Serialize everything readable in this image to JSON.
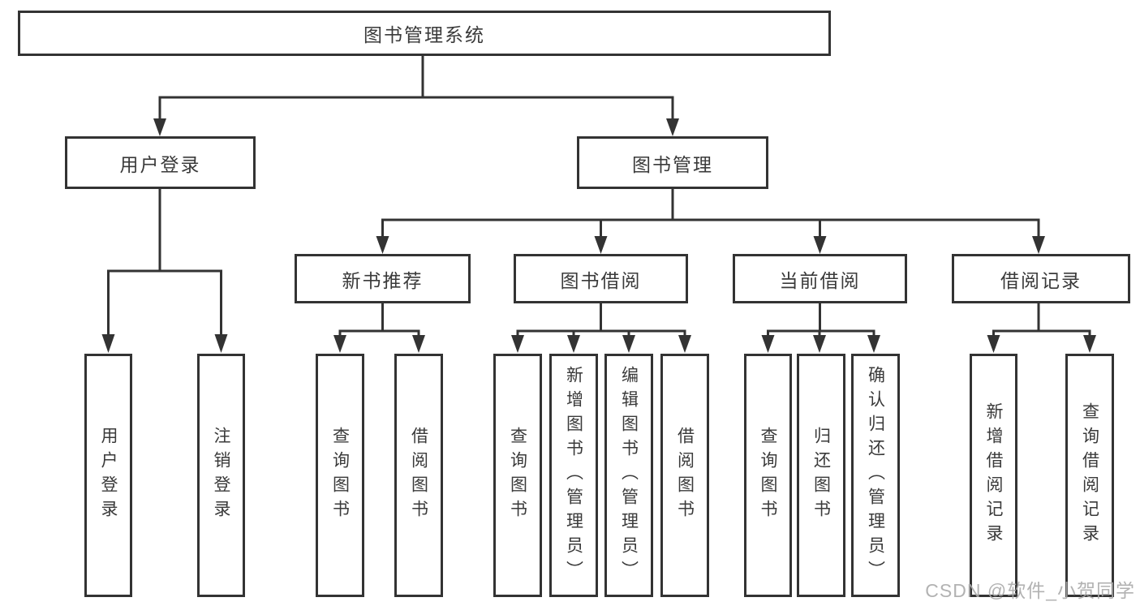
{
  "diagram": {
    "type": "hierarchy-tree",
    "title": "图书管理系统",
    "colors": {
      "line": "#333333",
      "box_border": "#333333",
      "text": "#3a3a3a",
      "background": "#ffffff",
      "watermark": "#aaaaaa"
    }
  },
  "tree": {
    "root": {
      "label": "图书管理系统"
    },
    "branches": [
      {
        "label": "用户登录",
        "children": [
          {
            "label": "用户登录"
          },
          {
            "label": "注销登录"
          }
        ]
      },
      {
        "label": "图书管理",
        "groups": [
          {
            "label": "新书推荐",
            "children": [
              {
                "label": "查询图书"
              },
              {
                "label": "借阅图书"
              }
            ]
          },
          {
            "label": "图书借阅",
            "children": [
              {
                "label": "查询图书"
              },
              {
                "label": "新增图书（管理员）"
              },
              {
                "label": "编辑图书（管理员）"
              },
              {
                "label": "借阅图书"
              }
            ]
          },
          {
            "label": "当前借阅",
            "children": [
              {
                "label": "查询图书"
              },
              {
                "label": "归还图书"
              },
              {
                "label": "确认归还（管理员）"
              }
            ]
          },
          {
            "label": "借阅记录",
            "children": [
              {
                "label": "新增借阅记录"
              },
              {
                "label": "查询借阅记录"
              }
            ]
          }
        ]
      }
    ]
  },
  "watermark": {
    "text": "CSDN @软件_小贺同学"
  }
}
